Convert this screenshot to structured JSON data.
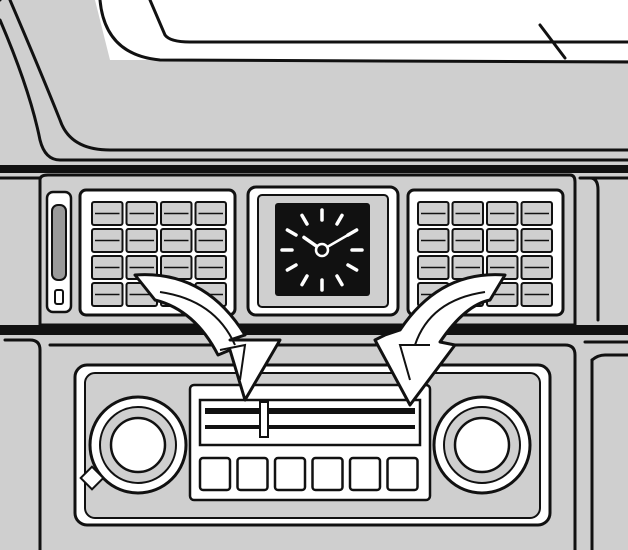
{
  "illustration": {
    "colors": {
      "line": "#111111",
      "panel": "#cfcfcf",
      "dark": "#9a9a9a",
      "clock_face": "#111111",
      "background": "#ffffff"
    },
    "clock": {
      "hours": 10,
      "minutes": 10
    },
    "left_vent": {
      "rows": 4,
      "cols": 4
    },
    "right_vent": {
      "rows": 4,
      "cols": 4
    },
    "radio": {
      "preset_buttons": 6
    },
    "arrows": {
      "count": 2,
      "direction": "down-into-radio"
    },
    "icons": [
      "left-air-vent-icon",
      "right-air-vent-icon",
      "clock-icon",
      "arrow-icon",
      "knob-icon"
    ]
  }
}
